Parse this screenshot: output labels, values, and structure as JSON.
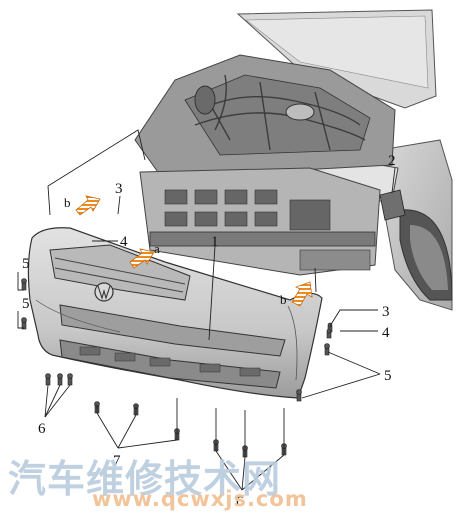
{
  "callouts": {
    "c1": "1",
    "c2": "2",
    "c3_left": "3",
    "c3_right": "3",
    "c4_left": "4",
    "c4_right": "4",
    "c5_left_top": "5",
    "c5_left_bottom": "5",
    "c5_right": "5",
    "c6_left": "6",
    "c6_bottom": "6",
    "c7": "7"
  },
  "arrows": {
    "a": "a",
    "b_left": "b",
    "b_right": "b"
  },
  "watermark": {
    "chinese": "汽车维修技术网",
    "url": "www.qcwxjs.com"
  },
  "colors": {
    "line": "#222222",
    "bumper": "#c9c9c9",
    "engine": "#8c8c8c",
    "arrow": "#f08a1e",
    "wm_blue": "#b9ccdd",
    "wm_orange": "#f1c49a"
  },
  "icons": {
    "direction_arrow": "orange-hatched-arrow-icon",
    "fastener": "screw-icon",
    "logo": "vw-logo-icon"
  }
}
